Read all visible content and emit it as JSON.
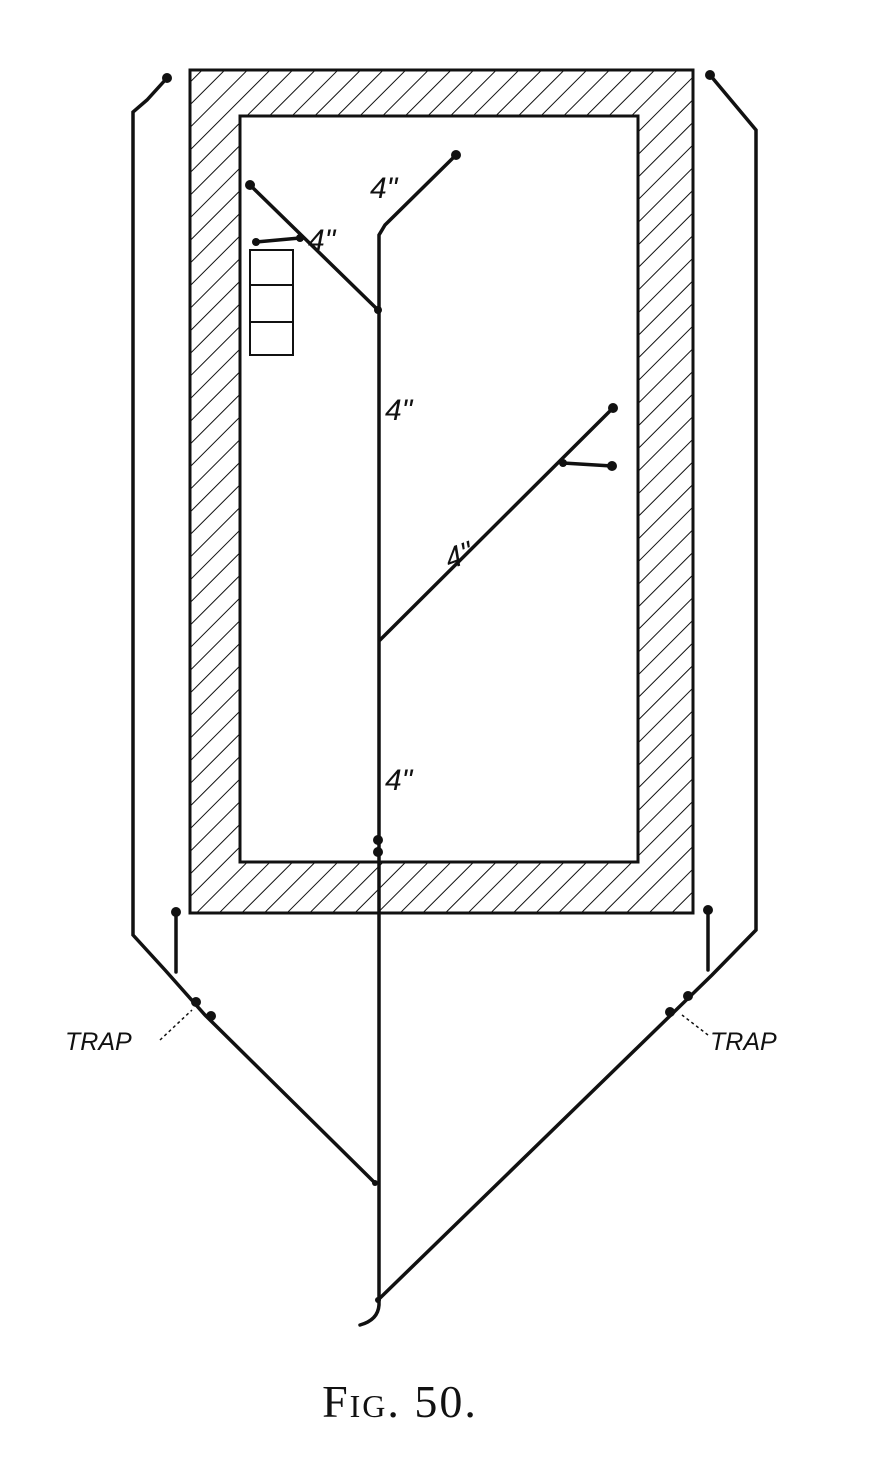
{
  "figure": {
    "caption": "Fig. 50.",
    "labels": {
      "pipe_top": "4\"",
      "pipe_branch_left": "4\"",
      "pipe_main_upper": "4\"",
      "pipe_diagonal": "4\"",
      "pipe_main_lower": "4\"",
      "trap_left": "TRAP",
      "trap_right": "TRAP"
    }
  }
}
